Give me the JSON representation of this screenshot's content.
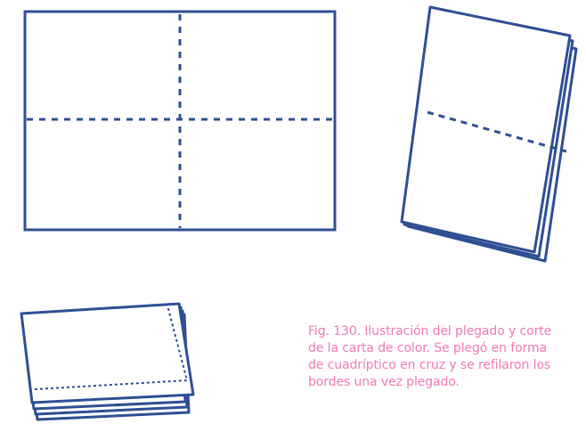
{
  "colors": {
    "stroke": "#2e4f94",
    "caption": "#f07ab5",
    "background": "#ffffff"
  },
  "caption": {
    "lines": [
      "Fig. 130. Ilustración del plegado y corte",
      "de la carta de color. Se plegó en forma",
      "de cuadríptico en cruz y se refilaron los",
      "bordes una vez plegado."
    ]
  },
  "figures": [
    {
      "name": "unfolded-sheet",
      "description": ""
    },
    {
      "name": "half-folded-sheet",
      "description": ""
    },
    {
      "name": "quad-folded-stack",
      "description": ""
    }
  ]
}
